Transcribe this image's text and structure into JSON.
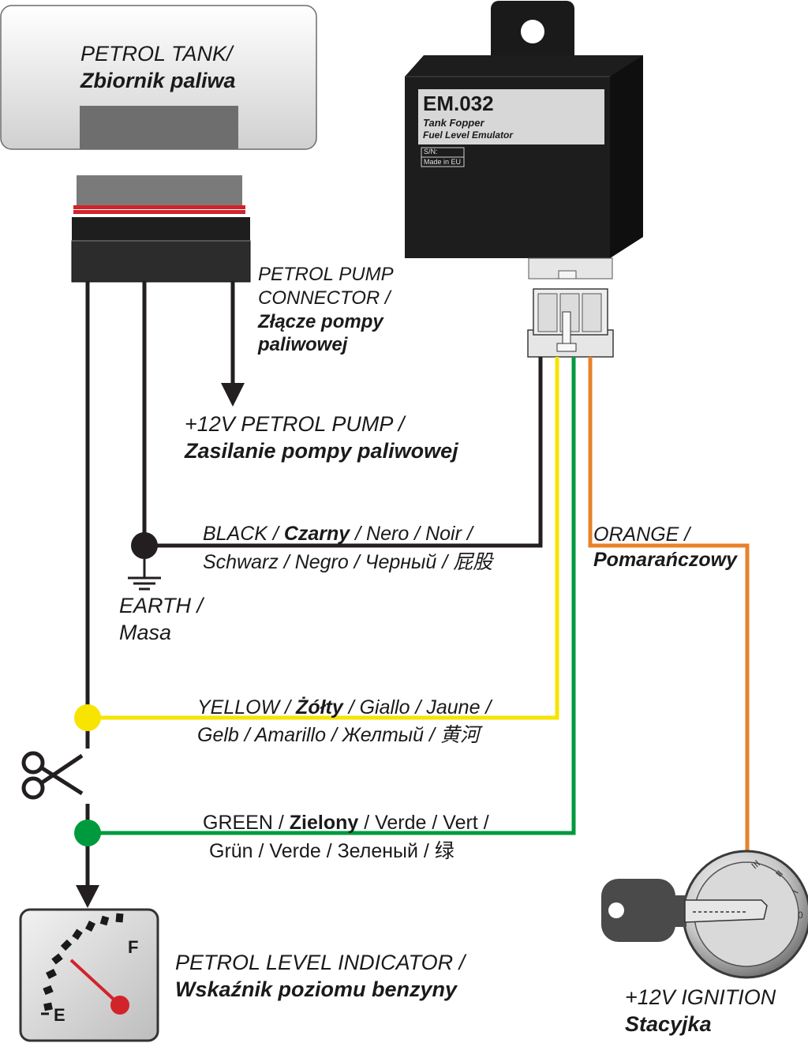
{
  "tank": {
    "line1": "PETROL TANK/",
    "line2": "Zbiornik paliwa"
  },
  "pump_connector": {
    "line1": "PETROL PUMP",
    "line2": "CONNECTOR /",
    "line3": "Złącze pompy",
    "line4": "paliwowej"
  },
  "pump_power": {
    "line1": "+12V PETROL PUMP /",
    "line2": "Zasilanie pompy paliwowej"
  },
  "device": {
    "model": "EM.032",
    "name": "Tank Fopper",
    "subtitle": "Fuel Level Emulator",
    "sn": "S/N:",
    "made": "Made in EU"
  },
  "earth": {
    "line1": "EARTH /",
    "line2": "Masa"
  },
  "wires": {
    "black": {
      "pre": "BLACK / ",
      "bold": "Czarny",
      "post": " / Nero / Noir /",
      "line2": "Schwarz / Negro / Черный / 屁股",
      "color": "#231f20"
    },
    "yellow": {
      "pre": "YELLOW / ",
      "bold": "Żółty",
      "post": " / Giallo / Jaune /",
      "line2": "Gelb / Amarillo / Желтый / 黄河",
      "color": "#f7e400"
    },
    "green": {
      "pre": "GREEN / ",
      "bold": "Zielony",
      "post": " / Verde / Vert /",
      "line2": "Grün / Verde / Зеленый / 绿",
      "color": "#009a3e"
    },
    "orange": {
      "line1": "ORANGE /",
      "line2": "Pomarańczowy",
      "color": "#e8822a"
    }
  },
  "indicator": {
    "line1": "PETROL LEVEL INDICATOR /",
    "line2": "Wskaźnik poziomu benzyny",
    "full": "F",
    "empty": "E"
  },
  "ignition": {
    "line1": "+12V IGNITION",
    "line2": "Stacyjka"
  },
  "switch_marks": {
    "pos0": "0",
    "pos1": "I",
    "pos2": "II",
    "pos3": "III"
  },
  "colors": {
    "connector_red": "#d2232a",
    "connector_body": "#262626",
    "device_body": "#1d1d1d",
    "needle": "#d2232a"
  }
}
